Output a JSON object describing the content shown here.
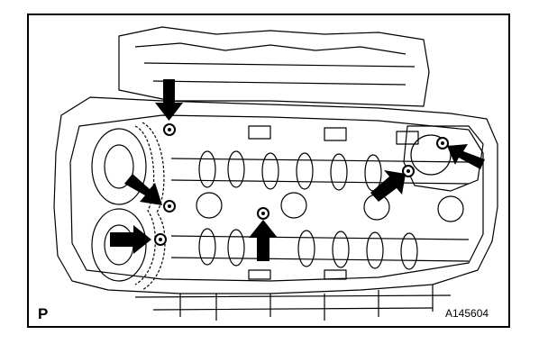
{
  "figure": {
    "corner_label": "P",
    "figure_id": "A145604",
    "colors": {
      "ink": "#000000",
      "paper": "#ffffff"
    },
    "callout_icon": "arrow-callout-icon",
    "marked_bolts": 6
  }
}
